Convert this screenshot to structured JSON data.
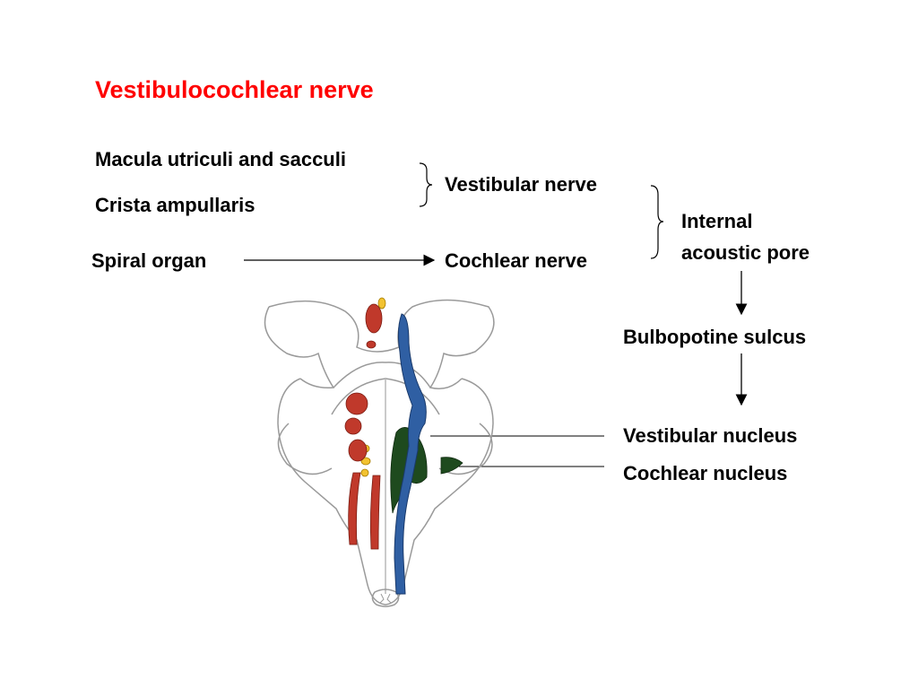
{
  "title": "Vestibulocochlear nerve",
  "labels": {
    "macula": "Macula utriculi and sacculi",
    "crista": "Crista ampullaris",
    "spiral": "Spiral organ",
    "vestibular_nerve": "Vestibular nerve",
    "cochlear_nerve": "Cochlear nerve",
    "internal_line1": "Internal",
    "internal_line2": "acoustic pore",
    "sulcus": "Bulbopotine sulcus",
    "vestibular_nucleus": "Vestibular nucleus",
    "cochlear_nucleus": "Cochlear nucleus"
  },
  "colors": {
    "title": "#ff0000",
    "nerve_blue": "#2f5fa3",
    "nucleus_green": "#1e4a1e",
    "nucleus_red": "#c0392b",
    "nucleus_yellow": "#f2c230"
  }
}
